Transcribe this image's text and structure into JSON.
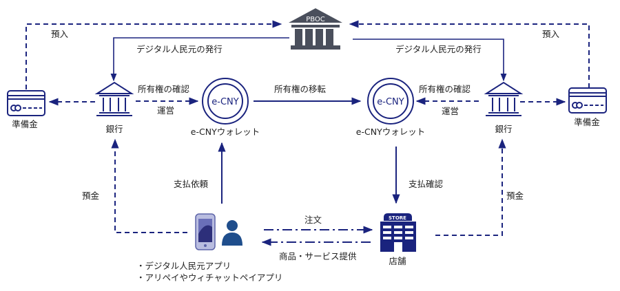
{
  "nodes": {
    "central_bank": {
      "label": "PBOC"
    },
    "reserve_left": {
      "label": "準備金"
    },
    "reserve_right": {
      "label": "準備金"
    },
    "bank_left": {
      "label": "銀行"
    },
    "bank_right": {
      "label": "銀行"
    },
    "wallet_left": {
      "badge": "e-CNY",
      "label": "e-CNYウォレット"
    },
    "wallet_right": {
      "badge": "e-CNY",
      "label": "e-CNYウォレット"
    },
    "store": {
      "badge": "STORE",
      "label": "店舗"
    },
    "user": {
      "apps": [
        "・デジタル人民元アプリ",
        "・アリペイやウィチャットペイアプリ"
      ]
    }
  },
  "edges": {
    "deposit_in_left": "預入",
    "deposit_in_right": "預入",
    "issue_left": "デジタル人民元の発行",
    "issue_right": "デジタル人民元の発行",
    "ownership_check_left": "所有権の確認",
    "operate_left": "運営",
    "ownership_check_right": "所有権の確認",
    "operate_right": "運営",
    "ownership_transfer": "所有権の移転",
    "payment_request": "支払依頼",
    "payment_confirm": "支払確認",
    "deposit_left": "預金",
    "deposit_right": "預金",
    "order": "注文",
    "goods_service": "商品・サービス提供"
  },
  "colors": {
    "line": "#1a237e",
    "icon_dark": "#4a4f5c",
    "text": "#222222",
    "user_icon": "#1f4e8c"
  }
}
